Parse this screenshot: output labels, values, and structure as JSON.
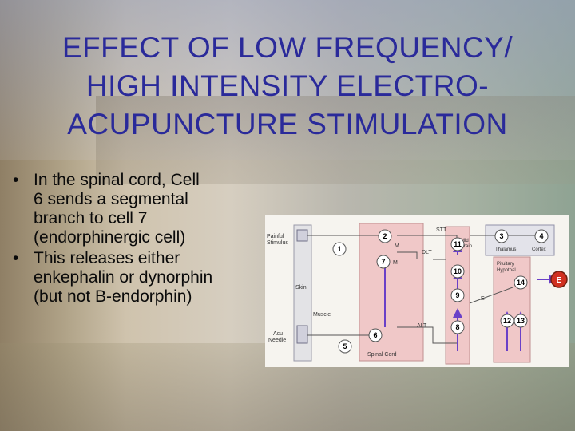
{
  "title": {
    "line1": "EFFECT OF LOW FREQUENCY/",
    "line2": "HIGH INTENSITY ELECTRO-",
    "line3": "ACUPUNCTURE STIMULATION"
  },
  "bullets": [
    {
      "symbol": "•",
      "lines": [
        "In the spinal cord, Cell",
        "6 sends a segmental",
        "branch to cell 7",
        "(endorphinergic cell)"
      ]
    },
    {
      "symbol": "•",
      "lines": [
        "This releases either",
        "enkephalin or dynorphin",
        "(but not B-endorphin)"
      ]
    }
  ],
  "diagram": {
    "labels": {
      "painful_stimulus_1": "Painful",
      "painful_stimulus_2": "Stimulus",
      "skin": "Skin",
      "muscle": "Muscle",
      "acu_needle_1": "Acu",
      "acu_needle_2": "Needle",
      "stt": "STT",
      "dlt": "DLT",
      "alt": "ALT",
      "spinal_cord": "Spinal Cord",
      "mid_brain_1": "Mid",
      "mid_brain_2": "Brain",
      "thalamus": "Thalamus",
      "cortex": "Cortex",
      "pituitary_1": "Pituitary",
      "pituitary_2": "Hypothal",
      "e_small": "E",
      "e_big": "E",
      "m_label1": "M",
      "m_label2": "M"
    },
    "cells": [
      "1",
      "2",
      "3",
      "4",
      "5",
      "6",
      "7",
      "8",
      "9",
      "10",
      "11",
      "12",
      "13",
      "14"
    ],
    "colors": {
      "title": "#2a2a9a",
      "arrow": "#6a40c8",
      "box": "#f0c8c8",
      "e_badge": "#d03020"
    }
  }
}
